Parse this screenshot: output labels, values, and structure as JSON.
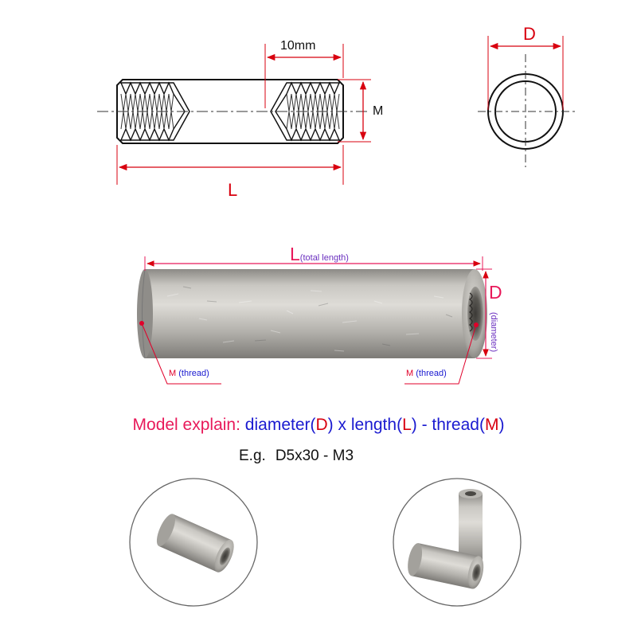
{
  "colors": {
    "dimension_red": "#d8000f",
    "thread_red": "#e0002a",
    "blue": "#1a1ad0",
    "purple": "#6a2fbf",
    "pink": "#e8195a"
  },
  "top_drawing": {
    "length_label": "L",
    "thread_depth_label": "10mm",
    "thread_label": "M",
    "diameter_label": "D"
  },
  "photo_diagram": {
    "length_label": "L",
    "length_note": "(total length)",
    "diameter_label": "D",
    "diameter_note": "(diameter)",
    "thread_left": {
      "m": "M",
      "note": "(thread)"
    },
    "thread_right": {
      "m": "M",
      "note": "(thread)"
    }
  },
  "model_explain": {
    "prefix": "Model explain:",
    "diameter": "diameter(",
    "d": "D",
    "close1": ")",
    "x_length": "x length(",
    "l": "L",
    "close2": ")",
    "dash_thread": "- thread(",
    "m": "M",
    "close3": ")"
  },
  "example": {
    "prefix": "E.g.",
    "value": "D5x30 - M3"
  }
}
